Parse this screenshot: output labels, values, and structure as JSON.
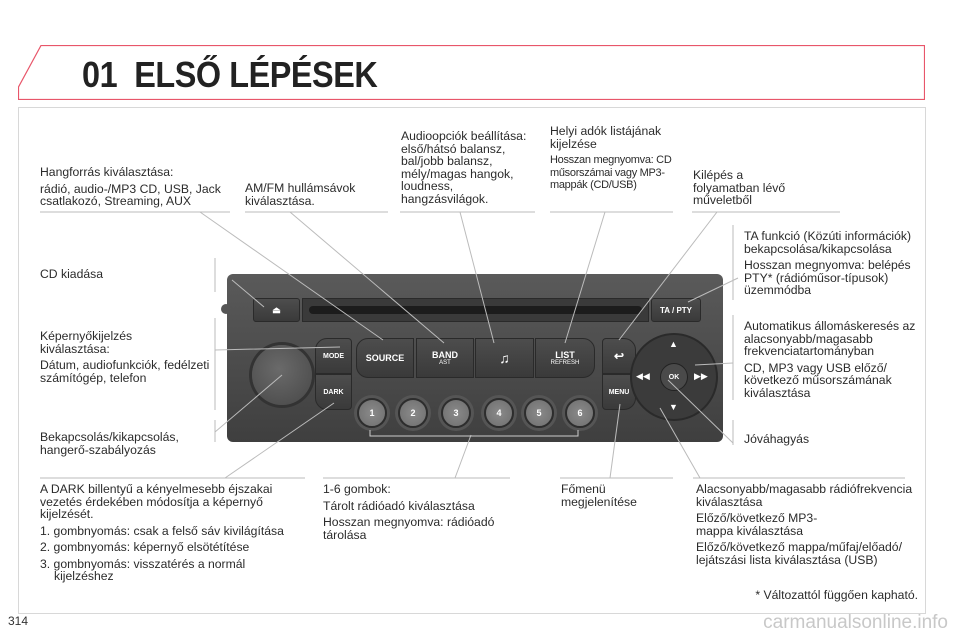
{
  "header": {
    "chapter": "01",
    "title": "ELSŐ LÉPÉSEK"
  },
  "labels": {
    "source_title": "Hangforrás kiválasztása:",
    "source_desc": "rádió, audio-/MP3 CD, USB, Jack csatlakozó, Streaming, AUX",
    "band": "AM/FM hullámsávok kiválasztása.",
    "audio": "Audioopciók beállítása: első/hátsó balansz, bal/jobb balansz, mély/magas hangok, loudness, hangzásvilágok.",
    "list_title": "Helyi adók listájának kijelzése",
    "list_desc": "Hosszan megnyomva: CD műsorszámai vagy MP3-mappák (CD/USB)",
    "back": "Kilépés a folyamatban lévő műveletből",
    "ta_title": "TA funkció (Közúti információk) bekapcsolása/kikapcsolása",
    "ta_desc": "Hosszan megnyomva: belépés PTY* (rádióműsor-típusok) üzemmódba",
    "eject": "CD kiadása",
    "mode_title": "Képernyőkijelzés kiválasztása:",
    "mode_desc": "Dátum, audiofunkciók, fedélzeti számítógép, telefon",
    "auto_title": "Automatikus állomáskeresés az alacsonyabb/magasabb frekvenciatartományban",
    "auto_desc": "CD, MP3 vagy USB előző/ következő műsorszámának kiválasztása",
    "power": "Bekapcsolás/kikapcsolás, hangerő-szabályozás",
    "ok": "Jóváhagyás",
    "dark_title": "A DARK billentyű a kényelmesebb éjszakai vezetés érdekében módosítja a képernyő kijelzését.",
    "dark_1": "1. gombnyomás: csak a felső sáv kivilágítása",
    "dark_2": "2. gombnyomás: képernyő elsötétítése",
    "dark_3": "3. gombnyomás: visszatérés a normál kijelzéshez",
    "presets_title": "1-6 gombok:",
    "presets_1": "Tárolt rádióadó kiválasztása",
    "presets_2": "Hosszan megnyomva: rádióadó tárolása",
    "menu": "Főmenü megjelenítése",
    "updown_1": "Alacsonyabb/magasabb rádiófrekvencia kiválasztása",
    "updown_2": "Előző/következő MP3-mappa kiválasztása",
    "updown_3": "Előző/következő mappa/műfaj/előadó/ lejátszási lista kiválasztása (USB)"
  },
  "radio": {
    "ta_pty": "TA / PTY",
    "mode": "MODE",
    "dark": "DARK",
    "source": "SOURCE",
    "band": "BAND",
    "ast": "AST",
    "list": "LIST",
    "refresh": "REFRESH",
    "menu": "MENU",
    "ok": "OK",
    "presets": [
      "1",
      "2",
      "3",
      "4",
      "5",
      "6"
    ]
  },
  "footnote": "* Változattól függően kapható.",
  "page_number": "314",
  "watermark": "carmanualsonline.info",
  "colors": {
    "accent": "#e8566a"
  }
}
